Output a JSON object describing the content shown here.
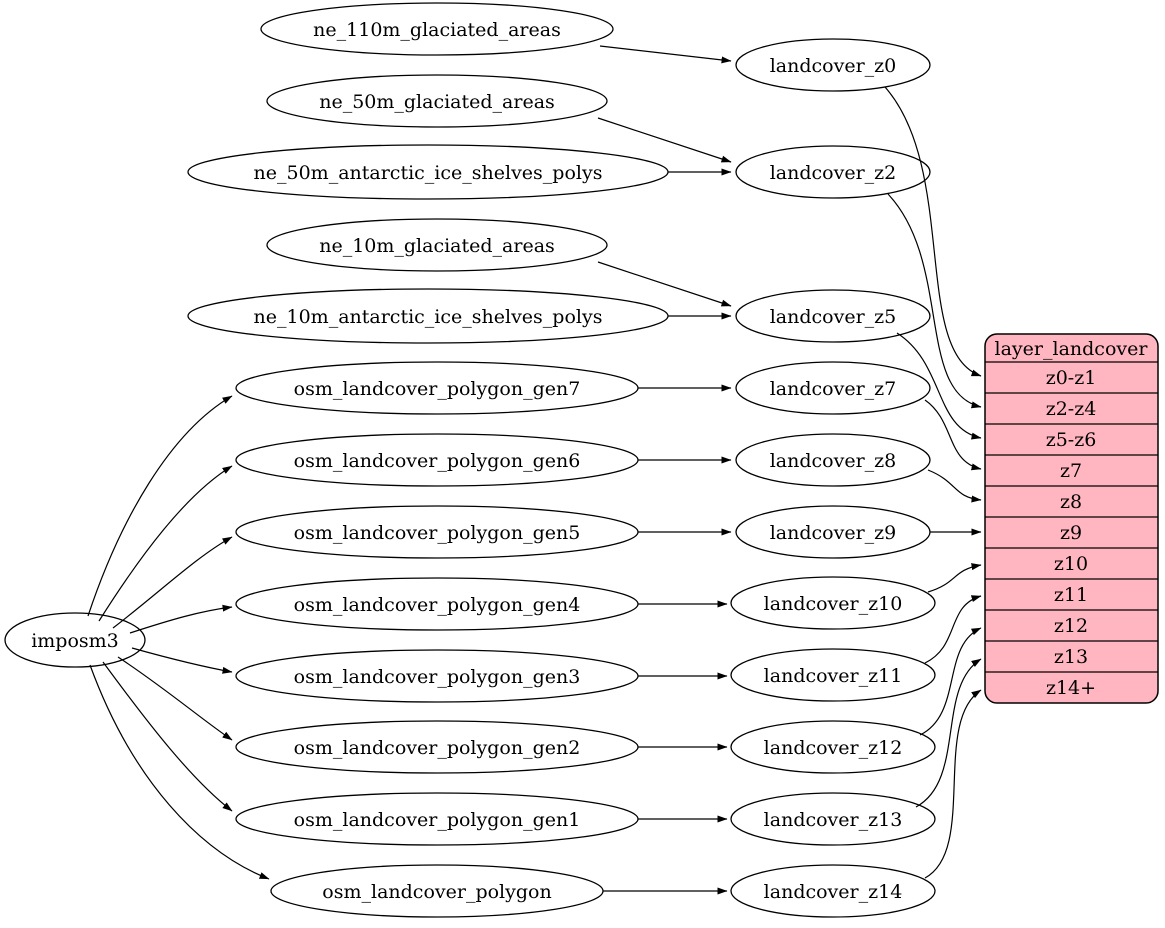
{
  "nodes": {
    "imposm3": {
      "label": "imposm3"
    },
    "ne_110m_glaciated_areas": {
      "label": "ne_110m_glaciated_areas"
    },
    "ne_50m_glaciated_areas": {
      "label": "ne_50m_glaciated_areas"
    },
    "ne_50m_antarctic_ice_shelves_polys": {
      "label": "ne_50m_antarctic_ice_shelves_polys"
    },
    "ne_10m_glaciated_areas": {
      "label": "ne_10m_glaciated_areas"
    },
    "ne_10m_antarctic_ice_shelves_polys": {
      "label": "ne_10m_antarctic_ice_shelves_polys"
    },
    "osm_landcover_polygon_gen7": {
      "label": "osm_landcover_polygon_gen7"
    },
    "osm_landcover_polygon_gen6": {
      "label": "osm_landcover_polygon_gen6"
    },
    "osm_landcover_polygon_gen5": {
      "label": "osm_landcover_polygon_gen5"
    },
    "osm_landcover_polygon_gen4": {
      "label": "osm_landcover_polygon_gen4"
    },
    "osm_landcover_polygon_gen3": {
      "label": "osm_landcover_polygon_gen3"
    },
    "osm_landcover_polygon_gen2": {
      "label": "osm_landcover_polygon_gen2"
    },
    "osm_landcover_polygon_gen1": {
      "label": "osm_landcover_polygon_gen1"
    },
    "osm_landcover_polygon": {
      "label": "osm_landcover_polygon"
    },
    "landcover_z0": {
      "label": "landcover_z0"
    },
    "landcover_z2": {
      "label": "landcover_z2"
    },
    "landcover_z5": {
      "label": "landcover_z5"
    },
    "landcover_z7": {
      "label": "landcover_z7"
    },
    "landcover_z8": {
      "label": "landcover_z8"
    },
    "landcover_z9": {
      "label": "landcover_z9"
    },
    "landcover_z10": {
      "label": "landcover_z10"
    },
    "landcover_z11": {
      "label": "landcover_z11"
    },
    "landcover_z12": {
      "label": "landcover_z12"
    },
    "landcover_z13": {
      "label": "landcover_z13"
    },
    "landcover_z14": {
      "label": "landcover_z14"
    }
  },
  "table": {
    "title": "layer_landcover",
    "rows": [
      "z0-z1",
      "z2-z4",
      "z5-z6",
      "z7",
      "z8",
      "z9",
      "z10",
      "z11",
      "z12",
      "z13",
      "z14+"
    ]
  },
  "edges": [
    [
      "ne_110m_glaciated_areas",
      "landcover_z0"
    ],
    [
      "ne_50m_glaciated_areas",
      "landcover_z2"
    ],
    [
      "ne_50m_antarctic_ice_shelves_polys",
      "landcover_z2"
    ],
    [
      "ne_10m_glaciated_areas",
      "landcover_z5"
    ],
    [
      "ne_10m_antarctic_ice_shelves_polys",
      "landcover_z5"
    ],
    [
      "imposm3",
      "osm_landcover_polygon_gen7"
    ],
    [
      "imposm3",
      "osm_landcover_polygon_gen6"
    ],
    [
      "imposm3",
      "osm_landcover_polygon_gen5"
    ],
    [
      "imposm3",
      "osm_landcover_polygon_gen4"
    ],
    [
      "imposm3",
      "osm_landcover_polygon_gen3"
    ],
    [
      "imposm3",
      "osm_landcover_polygon_gen2"
    ],
    [
      "imposm3",
      "osm_landcover_polygon_gen1"
    ],
    [
      "imposm3",
      "osm_landcover_polygon"
    ],
    [
      "osm_landcover_polygon_gen7",
      "landcover_z7"
    ],
    [
      "osm_landcover_polygon_gen6",
      "landcover_z8"
    ],
    [
      "osm_landcover_polygon_gen5",
      "landcover_z9"
    ],
    [
      "osm_landcover_polygon_gen4",
      "landcover_z10"
    ],
    [
      "osm_landcover_polygon_gen3",
      "landcover_z11"
    ],
    [
      "osm_landcover_polygon_gen2",
      "landcover_z12"
    ],
    [
      "osm_landcover_polygon_gen1",
      "landcover_z13"
    ],
    [
      "osm_landcover_polygon",
      "landcover_z14"
    ],
    [
      "landcover_z0",
      "layer_landcover.z0-z1"
    ],
    [
      "landcover_z2",
      "layer_landcover.z2-z4"
    ],
    [
      "landcover_z5",
      "layer_landcover.z5-z6"
    ],
    [
      "landcover_z7",
      "layer_landcover.z7"
    ],
    [
      "landcover_z8",
      "layer_landcover.z8"
    ],
    [
      "landcover_z9",
      "layer_landcover.z9"
    ],
    [
      "landcover_z10",
      "layer_landcover.z10"
    ],
    [
      "landcover_z11",
      "layer_landcover.z11"
    ],
    [
      "landcover_z12",
      "layer_landcover.z12"
    ],
    [
      "landcover_z13",
      "layer_landcover.z13"
    ],
    [
      "landcover_z14",
      "layer_landcover.z14+"
    ]
  ],
  "colors": {
    "table_fill": "#ffb6c1",
    "node_fill": "#ffffff",
    "stroke": "#000000",
    "background": "#ffffff"
  }
}
